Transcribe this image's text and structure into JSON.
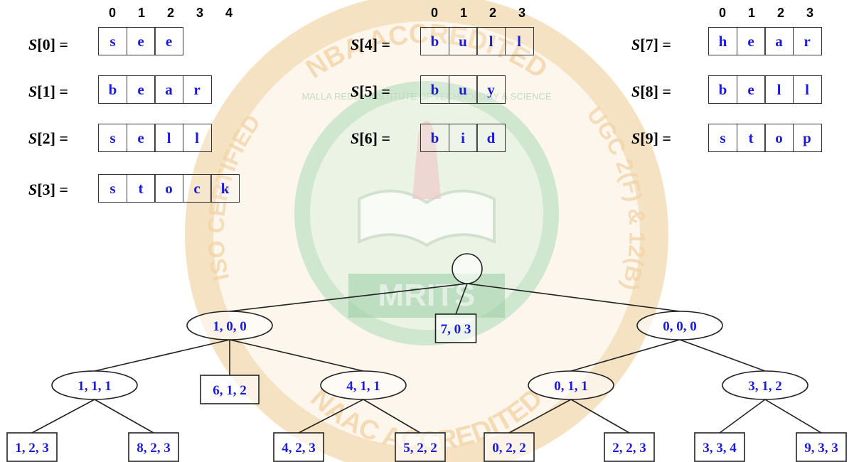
{
  "watermark": {
    "ring_top_text": "NBA ACCREDITED",
    "ring_bottom_text": "NAAC ACCREDITED",
    "left_text": "ISO CERTIFIED",
    "right_text": "UGC 2(F) & 12(B)",
    "inner_text": "MALLA REDDY INSTITUTE OF TECHNOLOGY & SCIENCE",
    "logo_text": "MRITS",
    "colors": {
      "ring": "#f2d9b0",
      "inner": "#cfe6cf",
      "banner": "#7fbf8a"
    }
  },
  "index_headers": {
    "first": [
      "0",
      "1",
      "2",
      "3",
      "4"
    ],
    "second": [
      "0",
      "1",
      "2",
      "3"
    ],
    "third": [
      "0",
      "1",
      "2",
      "3"
    ]
  },
  "arrays": [
    {
      "label_var": "S",
      "label_idx": "[0] =",
      "chars": [
        "s",
        "e",
        "e"
      ]
    },
    {
      "label_var": "S",
      "label_idx": "[1] =",
      "chars": [
        "b",
        "e",
        "a",
        "r"
      ]
    },
    {
      "label_var": "S",
      "label_idx": "[2] =",
      "chars": [
        "s",
        "e",
        "l",
        "l"
      ]
    },
    {
      "label_var": "S",
      "label_idx": "[3] =",
      "chars": [
        "s",
        "t",
        "o",
        "c",
        "k"
      ]
    },
    {
      "label_var": "S",
      "label_idx": "[4] =",
      "chars": [
        "b",
        "u",
        "l",
        "l"
      ]
    },
    {
      "label_var": "S",
      "label_idx": "[5] =",
      "chars": [
        "b",
        "u",
        "y"
      ]
    },
    {
      "label_var": "S",
      "label_idx": "[6] =",
      "chars": [
        "b",
        "i",
        "d"
      ]
    },
    {
      "label_var": "S",
      "label_idx": "[7] =",
      "chars": [
        "h",
        "e",
        "a",
        "r"
      ]
    },
    {
      "label_var": "S",
      "label_idx": "[8] =",
      "chars": [
        "b",
        "e",
        "l",
        "l"
      ]
    },
    {
      "label_var": "S",
      "label_idx": "[9] =",
      "chars": [
        "s",
        "t",
        "o",
        "p"
      ]
    }
  ],
  "tree": {
    "root": "",
    "nodes": [
      {
        "id": "n100",
        "shape": "ellipse",
        "label": "1, 0, 0"
      },
      {
        "id": "n703",
        "shape": "box",
        "label": "7, 0 3"
      },
      {
        "id": "n000",
        "shape": "ellipse",
        "label": "0, 0, 0"
      },
      {
        "id": "n111",
        "shape": "ellipse",
        "label": "1, 1, 1"
      },
      {
        "id": "n612",
        "shape": "box",
        "label": "6, 1, 2"
      },
      {
        "id": "n411",
        "shape": "ellipse",
        "label": "4, 1, 1"
      },
      {
        "id": "n011",
        "shape": "ellipse",
        "label": "0, 1, 1"
      },
      {
        "id": "n312",
        "shape": "ellipse",
        "label": "3, 1, 2"
      },
      {
        "id": "n123",
        "shape": "box",
        "label": "1, 2, 3"
      },
      {
        "id": "n823",
        "shape": "box",
        "label": "8, 2, 3"
      },
      {
        "id": "n423",
        "shape": "box",
        "label": "4, 2, 3"
      },
      {
        "id": "n522",
        "shape": "box",
        "label": "5, 2, 2"
      },
      {
        "id": "n022",
        "shape": "box",
        "label": "0, 2, 2"
      },
      {
        "id": "n223",
        "shape": "box",
        "label": "2, 2, 3"
      },
      {
        "id": "n334",
        "shape": "box",
        "label": "3, 3, 4"
      },
      {
        "id": "n933",
        "shape": "box",
        "label": "9, 3, 3"
      }
    ],
    "edges": [
      [
        "root",
        "n100"
      ],
      [
        "root",
        "n703"
      ],
      [
        "root",
        "n000"
      ],
      [
        "n100",
        "n111"
      ],
      [
        "n100",
        "n612"
      ],
      [
        "n100",
        "n411"
      ],
      [
        "n000",
        "n011"
      ],
      [
        "n000",
        "n312"
      ],
      [
        "n111",
        "n123"
      ],
      [
        "n111",
        "n823"
      ],
      [
        "n411",
        "n423"
      ],
      [
        "n411",
        "n522"
      ],
      [
        "n011",
        "n022"
      ],
      [
        "n011",
        "n223"
      ],
      [
        "n312",
        "n334"
      ],
      [
        "n312",
        "n933"
      ]
    ]
  },
  "colors": {
    "node_text": "#1b1bd6",
    "stroke": "#222222",
    "label_text": "#000000"
  }
}
